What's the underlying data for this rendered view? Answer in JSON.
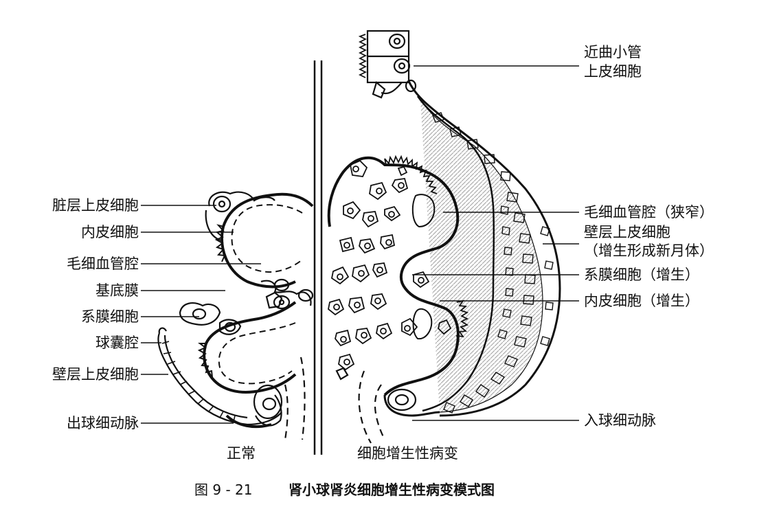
{
  "labels_left": {
    "visceral_epithelium": "脏层上皮细胞",
    "endothelium": "内皮细胞",
    "capillary_lumen": "毛细血管腔",
    "basement_membrane": "基底膜",
    "mesangial_cell": "系膜细胞",
    "bowman_space": "球囊腔",
    "parietal_epithelium": "壁层上皮细胞",
    "efferent_arteriole": "出球细动脉"
  },
  "labels_right": {
    "proximal_tubule_line1": "近曲小管",
    "proximal_tubule_line2": "上皮细胞",
    "capillary_narrowed": "毛细血管腔（狭窄）",
    "parietal_line1": "壁层上皮细胞",
    "parietal_line2": "（增生形成新月体）",
    "mesangial_prolif": "系膜细胞（增生）",
    "endothelial_prolif": "内皮细胞（增生）",
    "afferent_arteriole": "入球细动脉"
  },
  "panel_labels": {
    "normal": "正常",
    "proliferative": "细胞增生性病变"
  },
  "caption": {
    "number": "图 9 - 21",
    "text": "肾小球肾炎细胞增生性病变模式图"
  },
  "colors": {
    "ink": "#111111",
    "background": "#ffffff"
  }
}
